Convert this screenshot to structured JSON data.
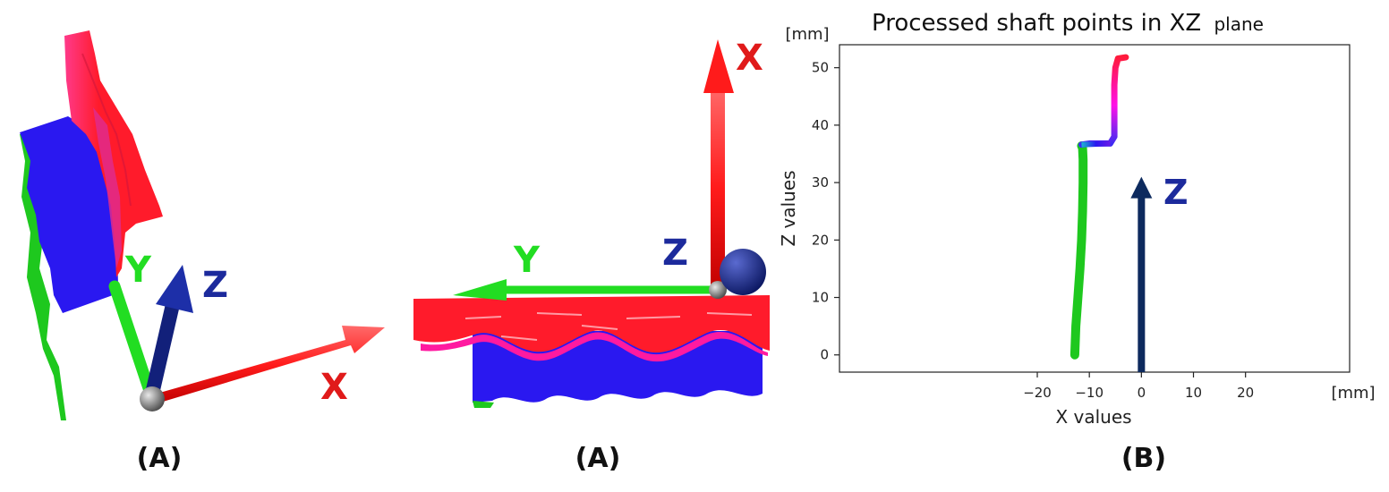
{
  "panels": {
    "left": {
      "caption": "(A)",
      "axis_x": "X",
      "axis_y": "Y",
      "axis_z": "Z"
    },
    "middle": {
      "caption": "(A)",
      "axis_x": "X",
      "axis_y": "Y",
      "axis_z": "Z"
    },
    "right": {
      "caption": "(B)",
      "annotation_z": "Z"
    }
  },
  "colors": {
    "x_axis": "#ff2020",
    "y_axis": "#22dd22",
    "z_axis": "#1c2a9c",
    "z_arrow_plot": "#0d2a5e",
    "surface_red": "#ff1b2b",
    "surface_blue": "#2a18f0",
    "surface_green": "#1ec81e",
    "surface_magenta": "#ff1aa0"
  },
  "chart_data": {
    "type": "scatter",
    "title_main": "Processed shaft points in XZ",
    "title_suffix": "plane",
    "xlabel": "X values",
    "ylabel": "Z values",
    "x_unit": "[mm]",
    "y_unit": "[mm]",
    "xlim": [
      -58,
      40
    ],
    "ylim": [
      -3,
      54
    ],
    "xticks": [
      -20,
      -10,
      0,
      10,
      20
    ],
    "xtick_labels": [
      "−20",
      "−10",
      "0",
      "10",
      "20"
    ],
    "yticks": [
      0,
      10,
      20,
      30,
      40,
      50
    ],
    "ytick_labels": [
      "0",
      "10",
      "20",
      "30",
      "40",
      "50"
    ],
    "grid": false,
    "series": [
      {
        "x": [
          -12.8,
          -12.6,
          -12.2,
          -11.8,
          -11.5,
          -11.3,
          -11.2,
          -11.2,
          -11.3,
          -11.5
        ],
        "y": [
          0,
          5,
          10,
          15,
          20,
          25,
          30,
          34,
          36,
          36.4
        ]
      },
      {
        "x": [
          -11.5,
          -10,
          -8,
          -6,
          -5.2,
          -5.2,
          -5.2,
          -5.2,
          -5.0,
          -4.5,
          -3
        ],
        "y": [
          36.6,
          36.8,
          36.8,
          36.8,
          38,
          41,
          44,
          47,
          50,
          51.6,
          51.8
        ]
      }
    ],
    "annotation_arrow": {
      "x": 0,
      "y_from": -3,
      "y_to": 31
    }
  }
}
